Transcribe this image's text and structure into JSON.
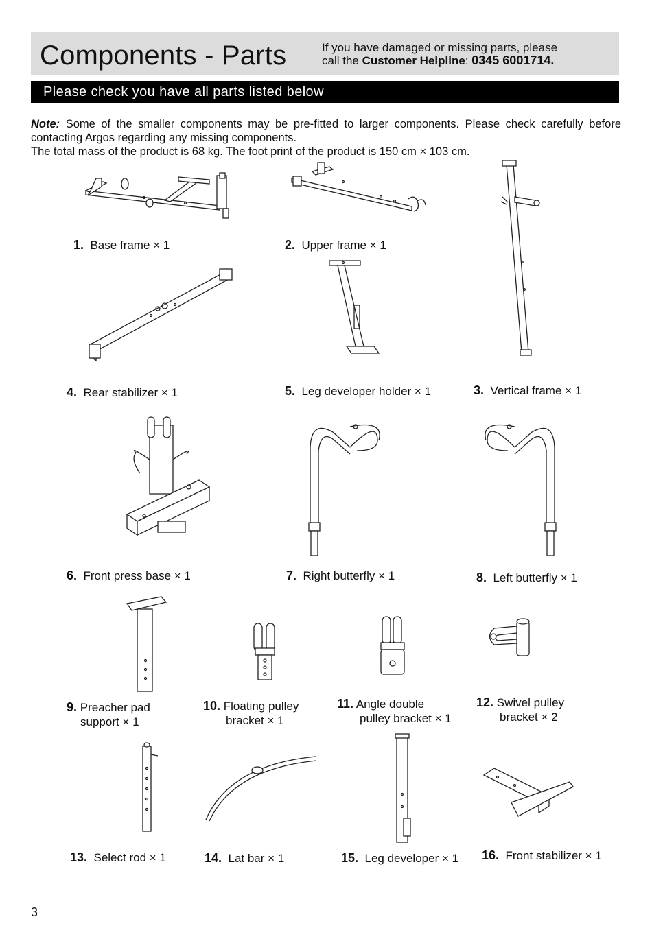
{
  "header": {
    "title": "Components - Parts",
    "help_line1": "If you have damaged or missing parts, please",
    "help_prefix": "call the ",
    "help_strong": "Customer Helpline",
    "help_colon": ": ",
    "help_phone": "0345 6001714."
  },
  "banner": "Please check you have all parts listed below",
  "note": {
    "label": "Note:",
    "text1": " Some of the smaller components may be pre-fitted to larger components. Please check carefully before contacting Argos regarding any missing components.",
    "text2": "The total mass of the product is 68 kg. The foot print of the product is 150 cm × 103 cm."
  },
  "parts": [
    {
      "num": "1.",
      "name": "Base frame × 1"
    },
    {
      "num": "2.",
      "name": "Upper frame × 1"
    },
    {
      "num": "3.",
      "name": "Vertical frame × 1"
    },
    {
      "num": "4.",
      "name": "Rear stabilizer × 1"
    },
    {
      "num": "5.",
      "name": "Leg developer holder × 1"
    },
    {
      "num": "6.",
      "name": "Front press base × 1"
    },
    {
      "num": "7.",
      "name": "Right butterfly × 1"
    },
    {
      "num": "8.",
      "name": "Left butterfly × 1"
    },
    {
      "num": "9.",
      "name_l1": "Preacher pad",
      "name_l2": "support × 1"
    },
    {
      "num": "10.",
      "name_l1": "Floating pulley",
      "name_l2": "bracket × 1"
    },
    {
      "num": "11.",
      "name_l1": "Angle double",
      "name_l2": "pulley bracket × 1"
    },
    {
      "num": "12.",
      "name_l1": "Swivel pulley",
      "name_l2": "bracket × 2"
    },
    {
      "num": "13.",
      "name": "Select rod × 1"
    },
    {
      "num": "14.",
      "name": "Lat bar × 1"
    },
    {
      "num": "15.",
      "name": "Leg developer × 1"
    },
    {
      "num": "16.",
      "name": "Front stabilizer × 1"
    }
  ],
  "page_number": "3"
}
